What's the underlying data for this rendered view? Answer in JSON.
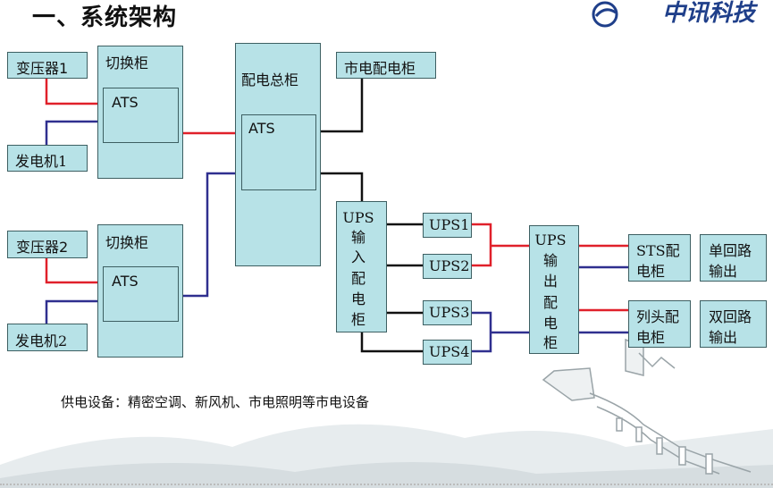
{
  "header": {
    "title": "一、系统架构",
    "logo_text": "中讯科技"
  },
  "left_group_1": {
    "transformer": "变压器1",
    "generator": "发电机1",
    "cabinet": "切换柜",
    "ats": "ATS"
  },
  "left_group_2": {
    "transformer": "变压器2",
    "generator": "发电机2",
    "cabinet": "切换柜",
    "ats": "ATS"
  },
  "main_cabinet": {
    "title": "配电总柜",
    "ats": "ATS"
  },
  "city_cabinet": "市电配电柜",
  "ups_input": [
    "UPS",
    "输",
    "入",
    "配",
    "电",
    "柜"
  ],
  "ups_units": [
    "UPS1",
    "UPS2",
    "UPS3",
    "UPS4"
  ],
  "ups_output": [
    "UPS",
    "输",
    "出",
    "配",
    "电",
    "柜"
  ],
  "sts_cabinet": [
    "STS配",
    "电柜"
  ],
  "head_cabinet": [
    "列头配",
    "电柜"
  ],
  "single_output": [
    "单回路",
    "输出"
  ],
  "dual_output": [
    "双回路",
    "输出"
  ],
  "note": "供电设备：精密空调、新风机、市电照明等市电设备",
  "colors": {
    "box": "#b7e2e7",
    "red": "#e0202a",
    "blue": "#2f2f8f",
    "black": "#111111"
  }
}
